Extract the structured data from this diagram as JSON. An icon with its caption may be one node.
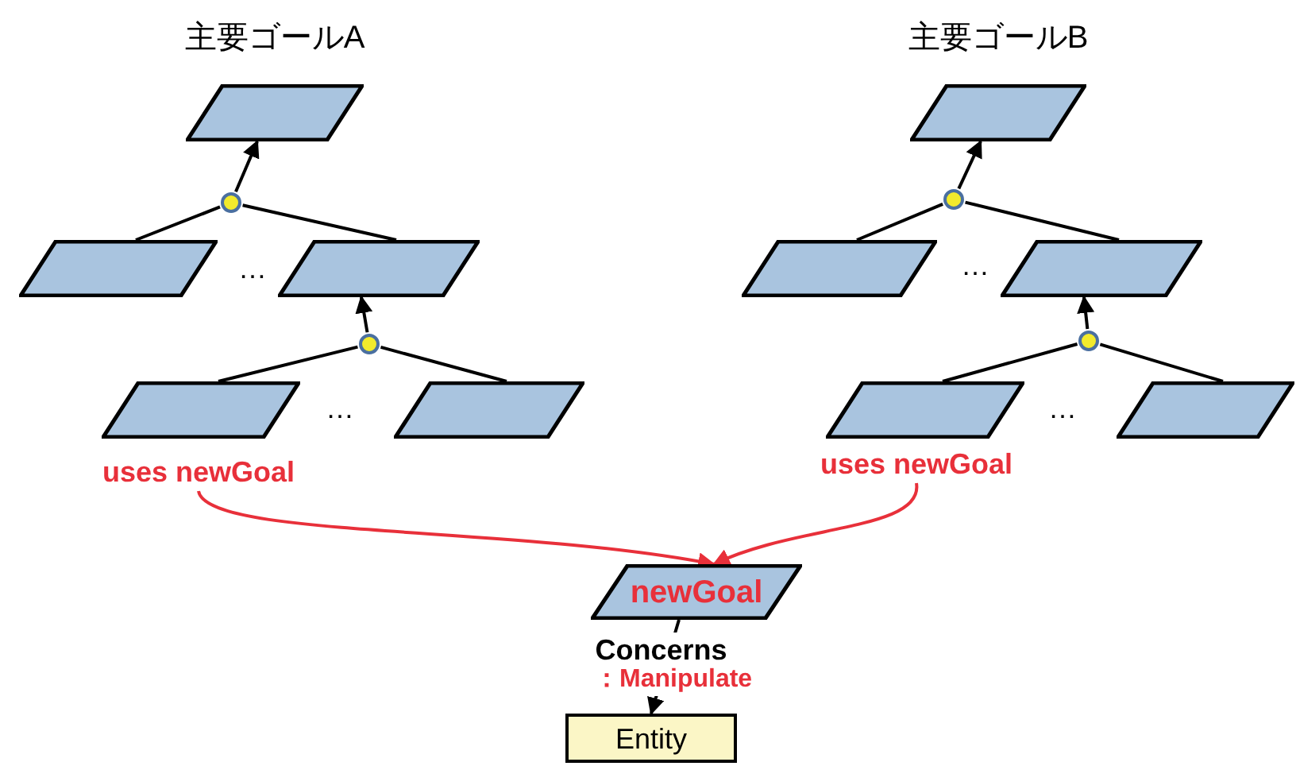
{
  "diagram": {
    "nodes": [
      {
        "text": [],
        "shape": "parallelogram",
        "beside": [
          "主要ゴールA"
        ]
      },
      {
        "text": [],
        "shape": "circle"
      },
      {
        "text": [],
        "shape": "parallelogram"
      },
      {
        "text": [],
        "shape": "parallelogram"
      },
      {
        "text": [],
        "shape": "circle"
      },
      {
        "text": [],
        "shape": "parallelogram"
      },
      {
        "text": [],
        "shape": "parallelogram"
      },
      {
        "text": [
          "uses newGoal"
        ]
      },
      {
        "text": [],
        "shape": "parallelogram",
        "beside": [
          "主要ゴールB"
        ]
      },
      {
        "text": [],
        "shape": "circle"
      },
      {
        "text": [],
        "shape": "parallelogram"
      },
      {
        "text": [],
        "shape": "parallelogram"
      },
      {
        "text": [],
        "shape": "circle"
      },
      {
        "text": [],
        "shape": "parallelogram"
      },
      {
        "text": [],
        "shape": "parallelogram"
      },
      {
        "text": [
          "uses newGoal"
        ]
      },
      {
        "text": [
          "newGoal"
        ]
      },
      {
        "text": [
          "Entity"
        ]
      }
    ],
    "edges": [
      {
        "from": 1,
        "to": 0,
        "arrow": "to"
      },
      {
        "from": 2,
        "to": 1,
        "arrow": "none"
      },
      {
        "from": 3,
        "to": 1,
        "arrow": "none"
      },
      {
        "from": 4,
        "to": 3,
        "arrow": "to"
      },
      {
        "from": 5,
        "to": 4,
        "arrow": "none"
      },
      {
        "from": 6,
        "to": 4,
        "arrow": "none"
      },
      {
        "from": 9,
        "to": 8,
        "arrow": "to"
      },
      {
        "from": 10,
        "to": 9,
        "arrow": "none"
      },
      {
        "from": 11,
        "to": 9,
        "arrow": "none"
      },
      {
        "from": 12,
        "to": 11,
        "arrow": "to"
      },
      {
        "from": 13,
        "to": 12,
        "arrow": "none"
      },
      {
        "from": 14,
        "to": 12,
        "arrow": "none"
      },
      {
        "from": 7,
        "to": 16,
        "arrow": "to",
        "color": "#e8303a"
      },
      {
        "from": 15,
        "to": 16,
        "arrow": "to",
        "color": "#e8303a"
      },
      {
        "from": 16,
        "to": 17,
        "arrow": "to",
        "label": "Concerns"
      }
    ],
    "labels": [
      "…",
      "…",
      "…",
      "…",
      "：Manipulate"
    ]
  }
}
